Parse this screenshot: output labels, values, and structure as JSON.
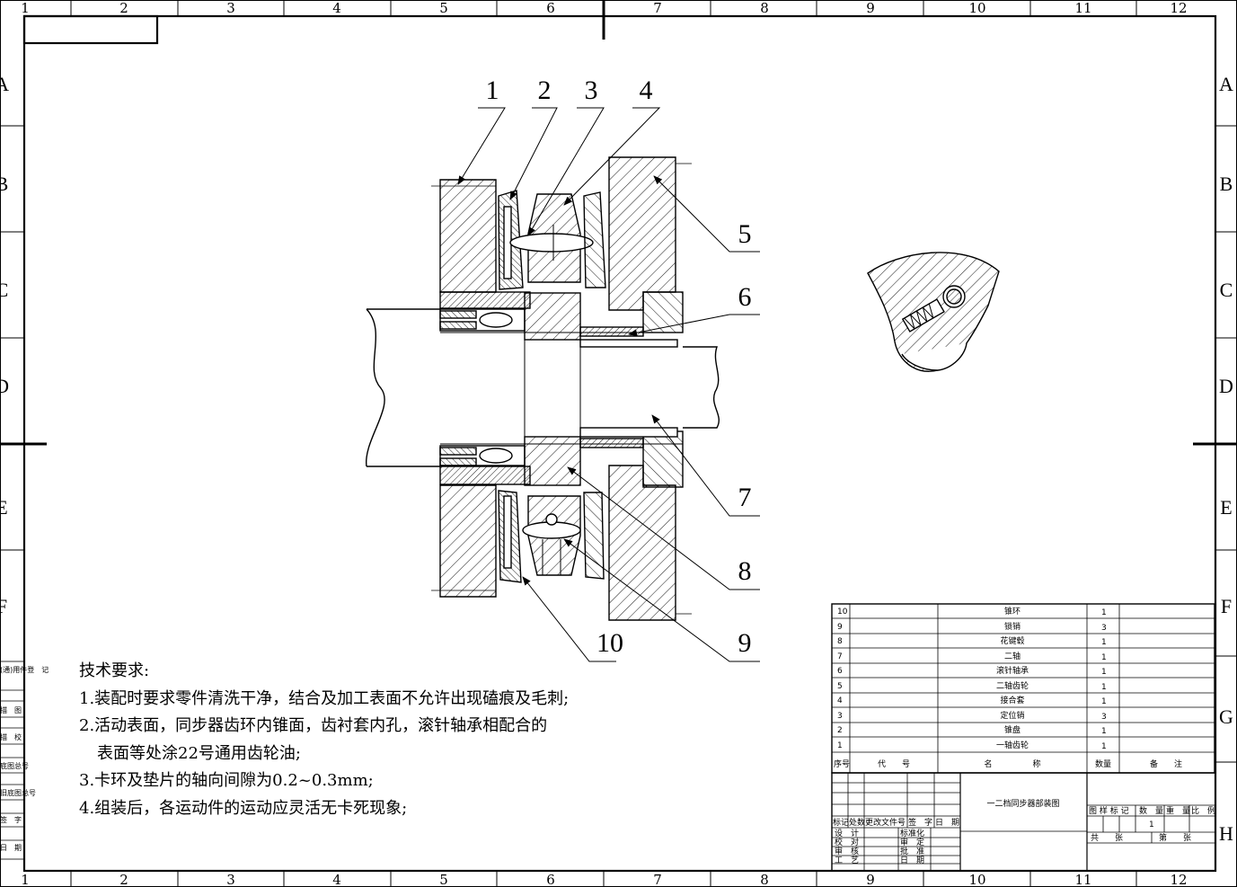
{
  "frame": {
    "columns": [
      "1",
      "2",
      "3",
      "4",
      "5",
      "6",
      "7",
      "8",
      "9",
      "10",
      "11",
      "12"
    ],
    "rows": [
      "A",
      "B",
      "C",
      "D",
      "E",
      "F",
      "G",
      "H"
    ]
  },
  "callouts": [
    "1",
    "2",
    "3",
    "4",
    "5",
    "6",
    "7",
    "8",
    "9",
    "10"
  ],
  "tech_requirements": {
    "title": "技术要求:",
    "items": [
      "1.装配时要求零件清洗干净，结合及加工表面不允许出现磕痕及毛刺;",
      "2.活动表面，同步器齿环内锥面，齿衬套内孔，滚针轴承相配合的",
      "表面等处涂22号通用齿轮油;",
      "3.卡环及垫片的轴向间隙为0.2~0.3mm;",
      "4.组装后，各运动件的运动应灵活无卡死现象;"
    ]
  },
  "bom": {
    "rows": [
      {
        "no": "10",
        "name": "锥环",
        "qty": "1"
      },
      {
        "no": "9",
        "name": "锁销",
        "qty": "3"
      },
      {
        "no": "8",
        "name": "花键毂",
        "qty": "1"
      },
      {
        "no": "7",
        "name": "二轴",
        "qty": "1"
      },
      {
        "no": "6",
        "name": "滚针轴承",
        "qty": "1"
      },
      {
        "no": "5",
        "name": "二轴齿轮",
        "qty": "1"
      },
      {
        "no": "4",
        "name": "接合套",
        "qty": "1"
      },
      {
        "no": "3",
        "name": "定位销",
        "qty": "3"
      },
      {
        "no": "2",
        "name": "锥盘",
        "qty": "1"
      },
      {
        "no": "1",
        "name": "一轴齿轮",
        "qty": "1"
      }
    ],
    "header": {
      "no": "序号",
      "code": "代　　号",
      "name": "名　　　　　称",
      "qty": "数量",
      "remark": "备　　注"
    }
  },
  "title_block": {
    "drawing_title": "一二档同步器部装图",
    "rev_headers": [
      "标记",
      "处数",
      "更改文件号",
      "签　字",
      "日　期"
    ],
    "left_labels": [
      "设　计",
      "校　对",
      "审　核",
      "工　艺"
    ],
    "mid_labels": [
      "标准化",
      "审　定",
      "批　准",
      "日　期"
    ],
    "stage_headers": [
      "图 样 标 记",
      "数　量",
      "重　量",
      "比　例"
    ],
    "quantity": "1",
    "sheet_total": "共　　张",
    "sheet_no": "第　　张"
  },
  "side_strip": [
    "(通)用件登　记",
    "描　图",
    "描　校",
    "底图总号",
    "旧底图总号",
    "签　字",
    "日　期"
  ]
}
